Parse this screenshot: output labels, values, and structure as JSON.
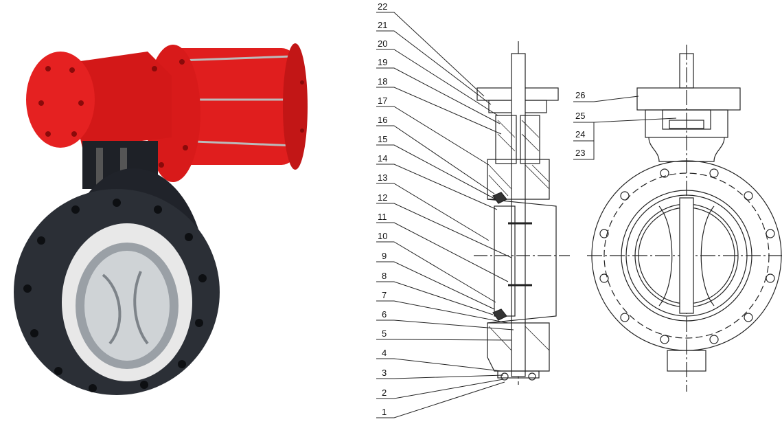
{
  "callouts_left": [
    "22",
    "21",
    "20",
    "19",
    "18",
    "17",
    "16",
    "15",
    "14",
    "13",
    "12",
    "11",
    "10",
    "9",
    "8",
    "7",
    "6",
    "5",
    "4",
    "3",
    "2",
    "1"
  ],
  "callouts_right": [
    "26",
    "25",
    "24",
    "23"
  ],
  "colors": {
    "actuator_red": "#e01e1e",
    "actuator_red_dark": "#9e0c0c",
    "valve_body": "#2b2f36",
    "valve_seat": "#e8e8e8",
    "line": "#222222"
  },
  "illustration": "photo-pneumatic-butterfly-valve"
}
